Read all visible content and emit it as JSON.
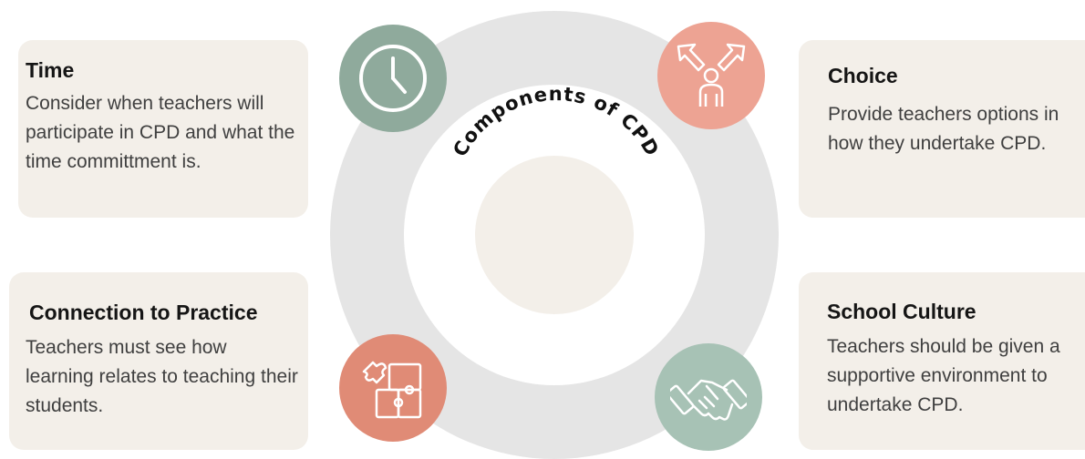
{
  "center": {
    "title": "Components of CPD"
  },
  "cards": {
    "time": {
      "title": "Time",
      "description": "Consider when teachers will participate in CPD and what the time committment is."
    },
    "choice": {
      "title": "Choice",
      "description": "Provide teachers options in how they undertake CPD."
    },
    "connection": {
      "title": "Connection to Practice",
      "description": "Teachers must see  how learning relates to teaching their students."
    },
    "culture": {
      "title": "School Culture",
      "description": "Teachers should be given a supportive environment to undertake CPD."
    }
  },
  "icons": {
    "time": "clock-icon",
    "choice": "split-path-icon",
    "connection": "puzzle-icon",
    "culture": "handshake-icon"
  },
  "colors": {
    "ring": "#e5e5e5",
    "core": "#f3efe9",
    "card_bg": "#f3efe9",
    "clock_circle": "#8faa9c",
    "fork_circle": "#eda393",
    "puzzle_circle": "#e08b76",
    "hand_circle": "#a7c2b5"
  }
}
